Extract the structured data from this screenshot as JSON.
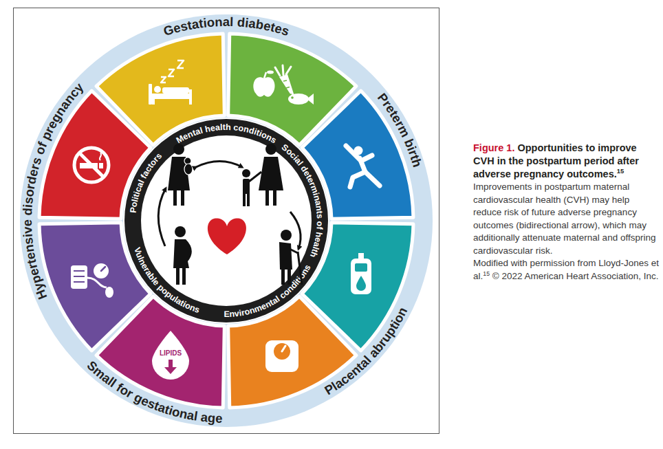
{
  "diagram": {
    "caption": "Figure 1.",
    "nodes": [
      {
        "text": [
          "Gestational diabetes",
          "Preterm birth",
          "Placental abruption",
          "Small for gestational age",
          "Hypertensive disorders of pregnancy"
        ]
      },
      {
        "text": [
          "Mental health conditions",
          "Social determinants of health",
          "Environmental conditions",
          "Vulnerable populations",
          "Political factors"
        ],
        "in": 0
      },
      {
        "text": [
          "LIPIDS"
        ],
        "in": 0
      }
    ],
    "labels": [
      "Opportunities to improve CVH in the postpartum period after adverse pregnancy outcomes.",
      "15",
      "Improvements in postpartum maternal cardiovascular health (CVH) may help reduce risk of future adverse pregnancy outcomes (bidirectional arrow), which may additionally attenuate maternal and offspring cardiovascular risk.",
      "Modified with permission from Lloyd-Jones et al.",
      "15",
      "© 2022 American Heart Association, Inc."
    ]
  }
}
